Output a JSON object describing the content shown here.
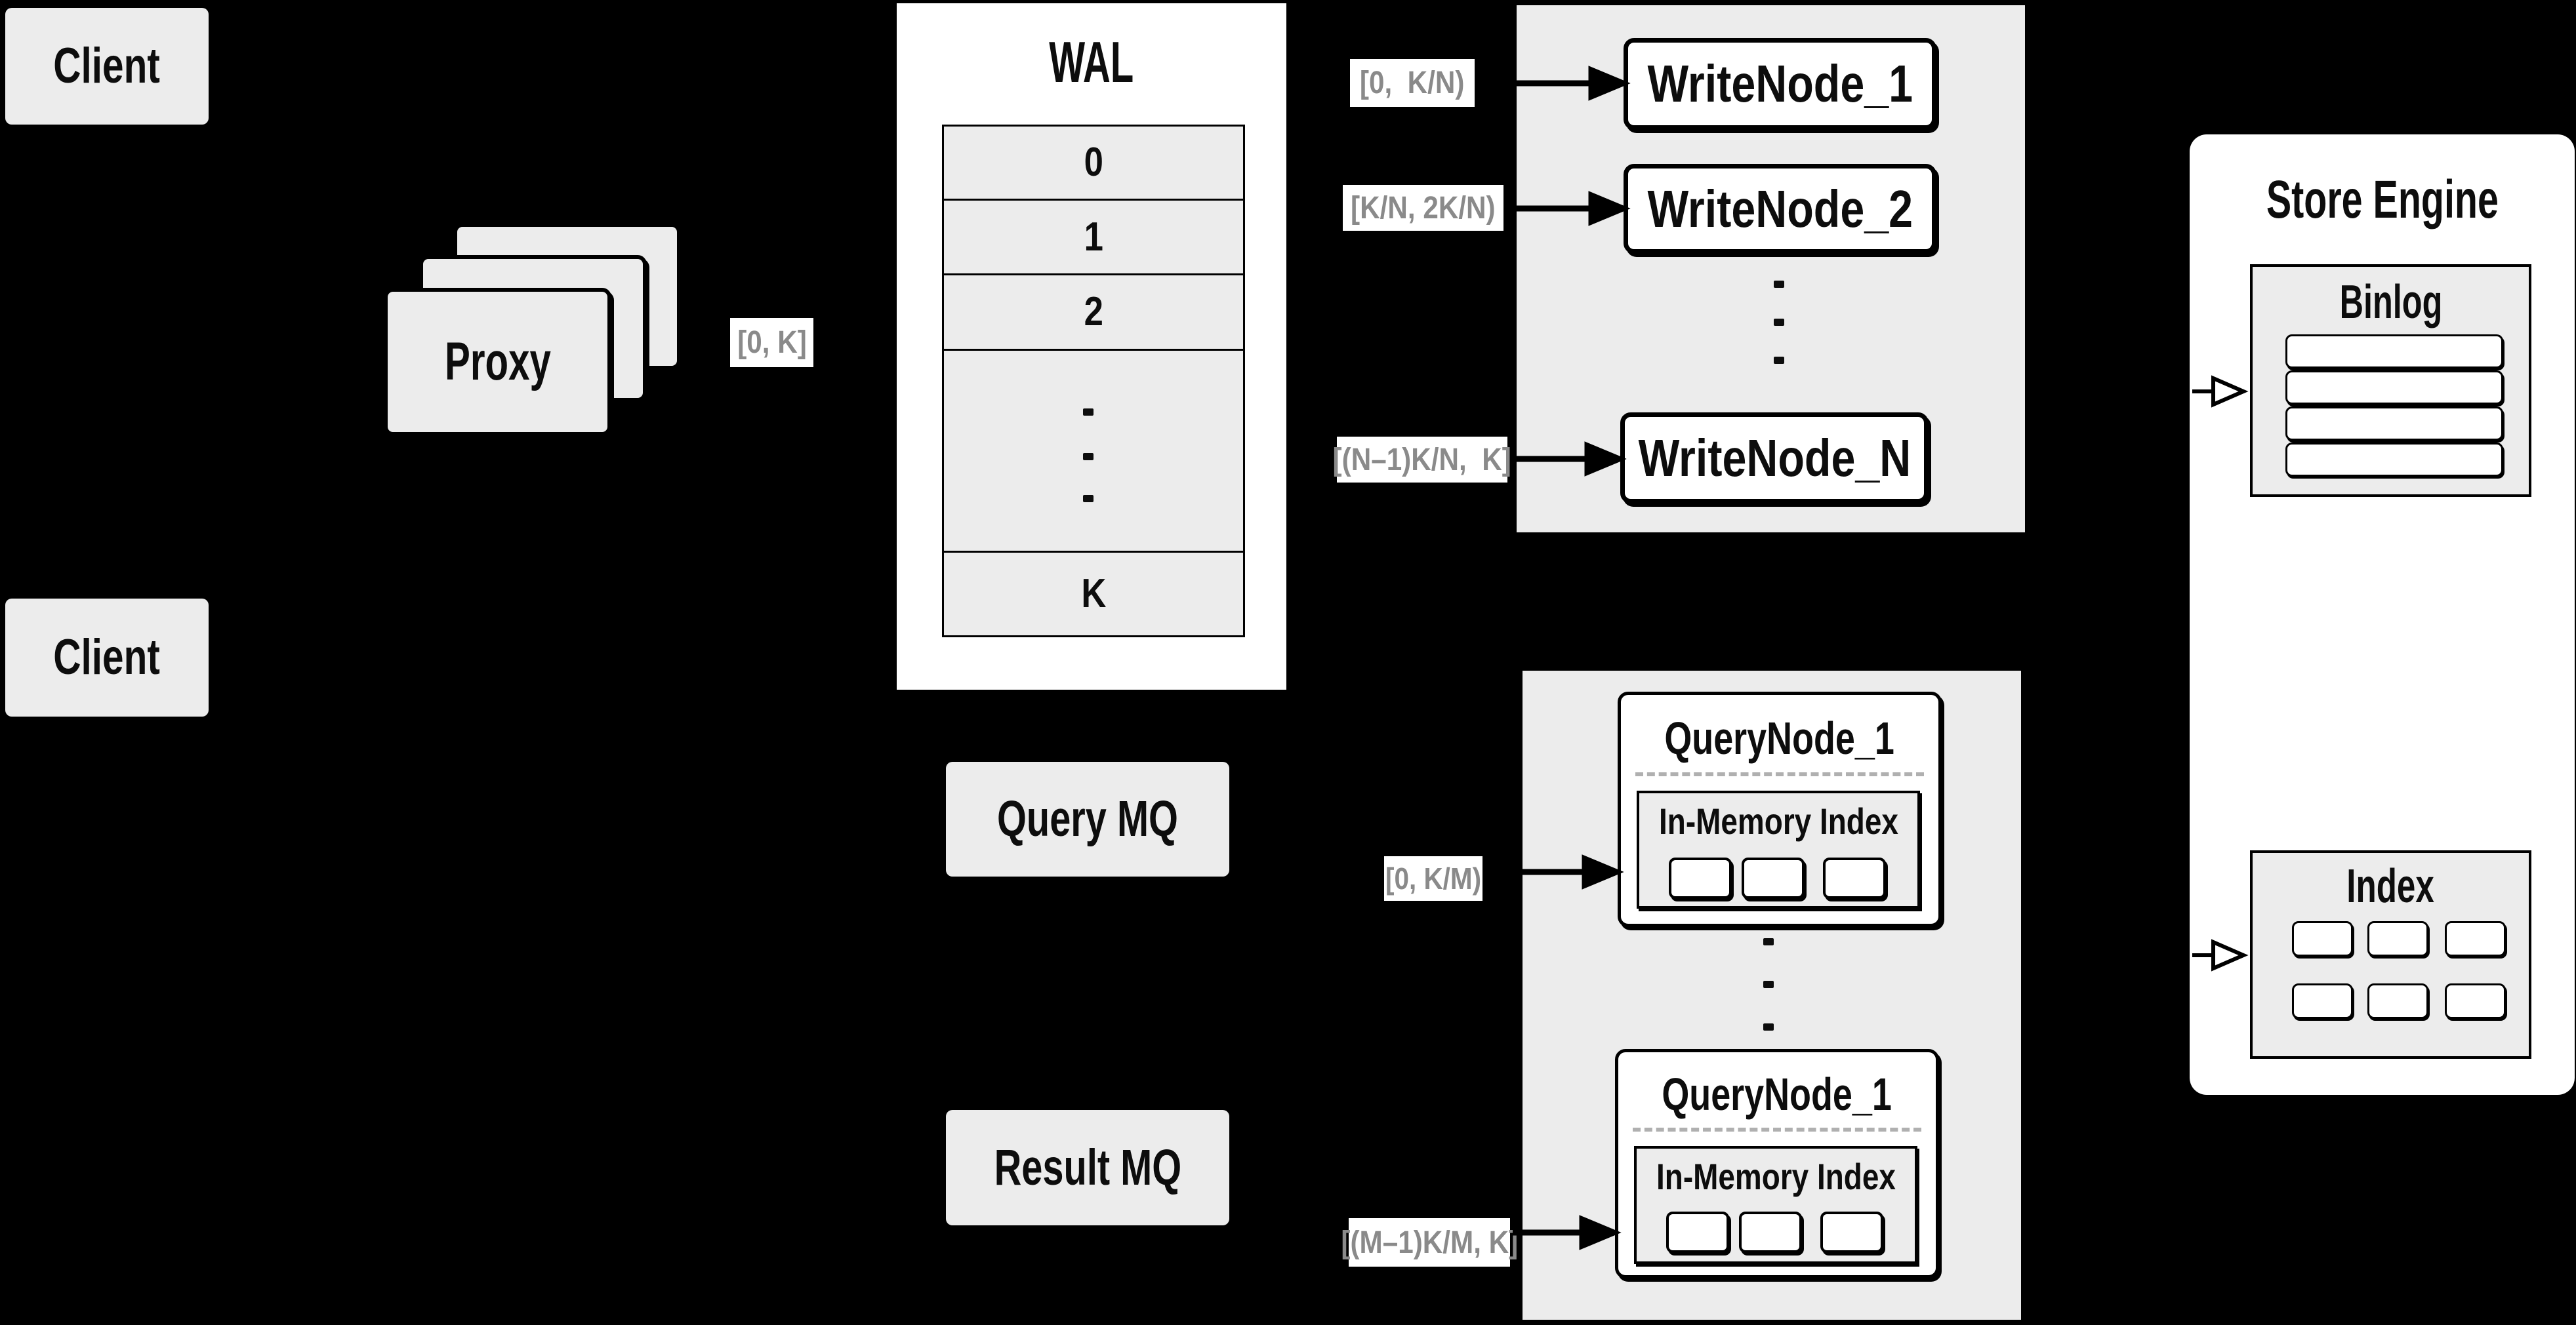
{
  "canvas": {
    "bg": "#000000"
  },
  "colors": {
    "background": "#000000",
    "panel_gray": "#ececec",
    "box_white": "#ffffff",
    "border": "#000000",
    "range_label_text": "#8a8a8a",
    "dashed_divider": "#b0b0b0"
  },
  "clients": {
    "top": "Client",
    "bottom": "Client"
  },
  "proxy": {
    "label": "Proxy"
  },
  "labels": {
    "proxy_range": "[0, K]",
    "write1": "[0,  K/N)",
    "write2": "[K/N, 2K/N)",
    "writeN": "[(N–1)K/N,  K]",
    "query1": "[0, K/M)",
    "queryM": "[(M–1)K/M, K]"
  },
  "wal": {
    "title": "WAL",
    "row0": "0",
    "row1": "1",
    "row2": "2",
    "rowK": "K"
  },
  "write_nodes": {
    "node1": "WriteNode_1",
    "node2": "WriteNode_2",
    "nodeN": "WriteNode_N"
  },
  "mq": {
    "query": "Query MQ",
    "result": "Result MQ"
  },
  "query_nodes": {
    "top_title": "QueryNode_1",
    "bottom_title": "QueryNode_1",
    "in_memory_top": "In-Memory Index",
    "in_memory_bottom": "In-Memory Index"
  },
  "store": {
    "title": "Store Engine",
    "binlog": "Binlog",
    "index": "Index"
  }
}
